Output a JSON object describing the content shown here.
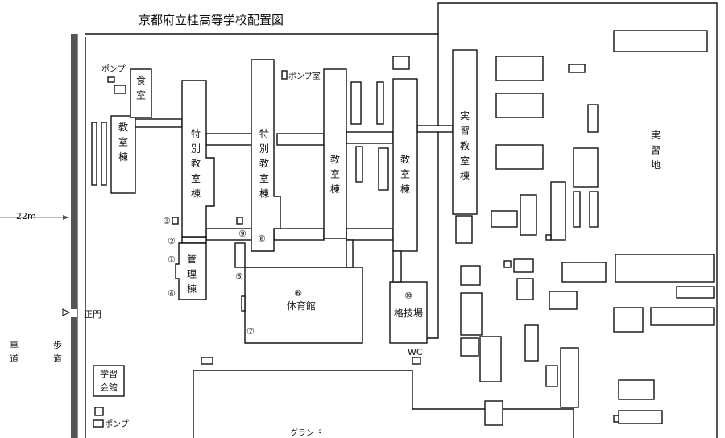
{
  "title": "京都府立桂高等学校配置図",
  "labels": {
    "pump_topleft": "ポンプ",
    "cafeteria": "食\n室",
    "classroom_west": "教\n室\n棟",
    "special_1": "特\n別\n教\n室\n棟",
    "special_2": "特\n別\n教\n室\n棟",
    "pump_room": "ポンプ室",
    "classroom_mid": "教\n室\n棟",
    "classroom_east": "教\n室\n棟",
    "practical_classroom": "実\n習\n教\n室\n棟",
    "practical_land": "実\n習\n地",
    "admin": "管\n理\n棟",
    "gym": "体育館",
    "dojo": "格技場",
    "wc": "WC",
    "main_gate": "正門",
    "road_width": "22m",
    "roadway": "車\n道",
    "sidewalk": "歩\n道",
    "study_hall": "学習\n会館",
    "pump_bottom": "ポンプ",
    "ground": "グランド"
  },
  "markers": {
    "m1": "①",
    "m2": "②",
    "m3": "③",
    "m4": "④",
    "m5": "⑤",
    "m6": "⑥",
    "m7": "⑦",
    "m8": "⑧",
    "m9": "⑨",
    "m10": "⑩"
  },
  "colors": {
    "ink": "#111111",
    "background": "#ffffff"
  }
}
